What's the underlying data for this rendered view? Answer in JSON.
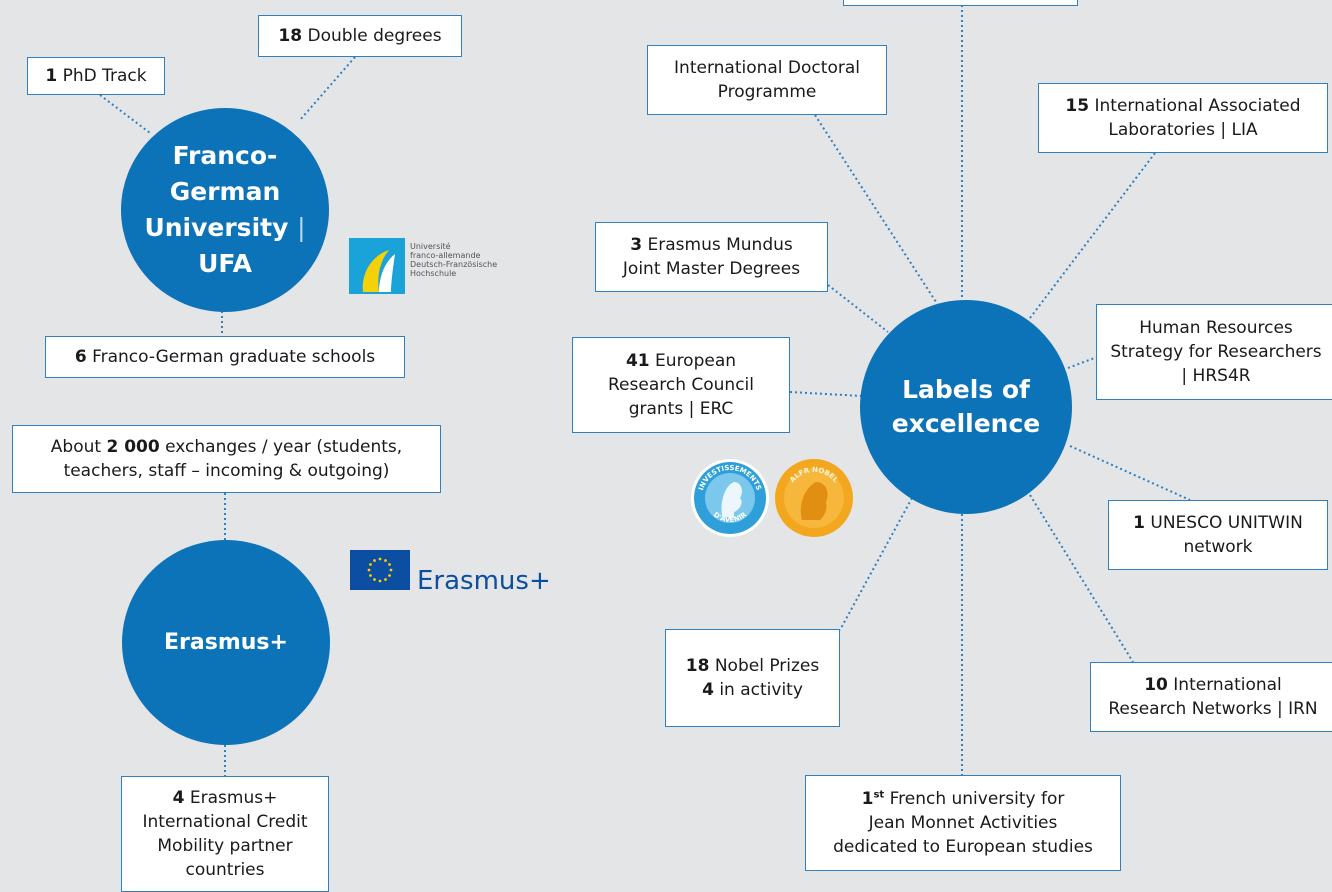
{
  "colors": {
    "node_fill": "#0d73b9",
    "box_border": "#2f7fc1",
    "background": "#e4e5e7",
    "connector": "#2f7fc1"
  },
  "ufa": {
    "title_lines": [
      "Franco-",
      "German",
      "University",
      "UFA"
    ],
    "pipe": "|",
    "phd": {
      "num": "1",
      "text": "PhD Track"
    },
    "double": {
      "num": "18",
      "text": "Double degrees"
    },
    "graduate": {
      "num": "6",
      "text": "Franco-German graduate schools"
    },
    "logo": {
      "lines": [
        "Université",
        "franco-allemande",
        "Deutsch-Französische",
        "Hochschule"
      ]
    }
  },
  "erasmus": {
    "title": "Erasmus+",
    "exchanges": {
      "pre": "About",
      "num": "2 000",
      "post": "exchanges / year (students,",
      "line2": "teachers, staff – incoming & outgoing)"
    },
    "icm": {
      "num": "4",
      "text": "Erasmus+",
      "lines": [
        "International Credit",
        "Mobility partner",
        "countries"
      ]
    },
    "logo_text": "Erasmus+"
  },
  "labels": {
    "title_lines": [
      "Labels of",
      "excellence"
    ],
    "doctoral": {
      "lines": [
        "International Doctoral",
        "Programme"
      ]
    },
    "lia": {
      "num": "15",
      "text": "International Associated",
      "line2": "Laboratories | LIA"
    },
    "mundus": {
      "num": "3",
      "text": "Erasmus Mundus",
      "line2": "Joint Master Degrees"
    },
    "erc": {
      "num": "41",
      "text": "European",
      "line2": "Research Council",
      "line3": "grants | ERC"
    },
    "hrs": {
      "lines": [
        "Human Resources",
        "Strategy for Researchers",
        "| HRS4R"
      ]
    },
    "unesco": {
      "num": "1",
      "text": "UNESCO UNITWIN",
      "line2": "network"
    },
    "nobel": {
      "num": "18",
      "text": "Nobel Prizes",
      "num2": "4",
      "text2": "in activity"
    },
    "irn": {
      "num": "10",
      "text": "International",
      "line2": "Research Networks | IRN"
    },
    "monnet": {
      "num": "1",
      "sup": "st",
      "text": "French university for",
      "line2": "Jean Monnet Activities",
      "line3": "dedicated to European studies"
    },
    "badge_invest": {
      "lines": [
        "INVESTISSEMENTS",
        "D'AVENIR"
      ]
    },
    "badge_nobel": {
      "text": "ALFR NOBEL"
    }
  }
}
